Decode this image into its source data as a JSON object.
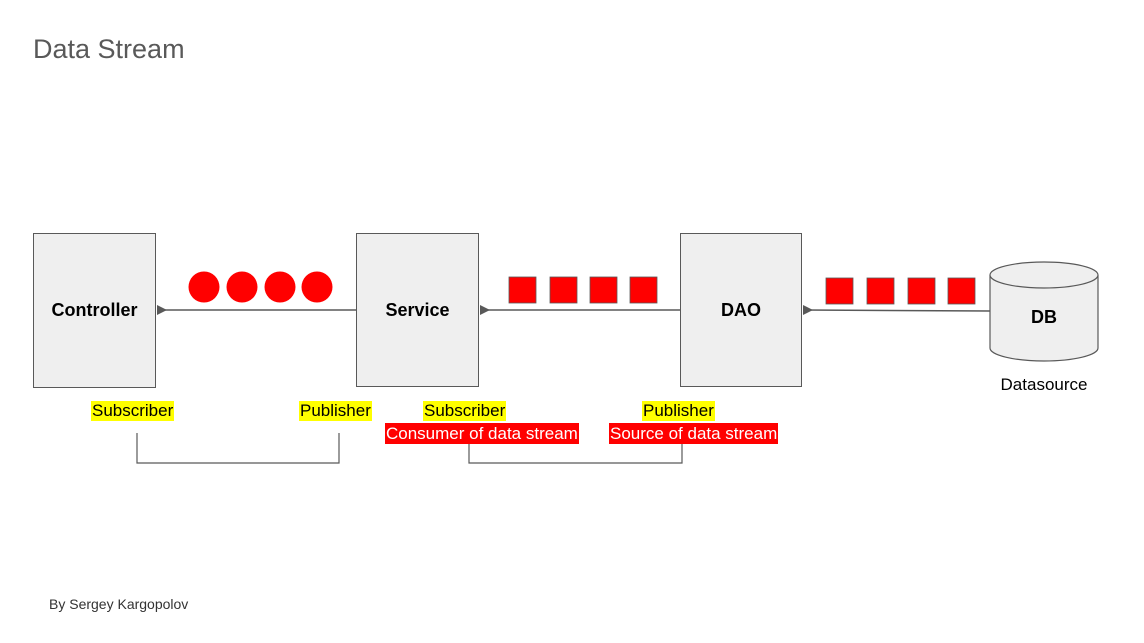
{
  "slide": {
    "title": "Data Stream",
    "author": "By Sergey Kargopolov"
  },
  "nodes": {
    "controller": "Controller",
    "service": "Service",
    "dao": "DAO",
    "db": "DB",
    "db_caption": "Datasource"
  },
  "roles": {
    "controller_role": "Subscriber",
    "service_publisher_role": "Publisher",
    "service_subscriber_role": "Subscriber",
    "dao_publisher_role": "Publisher",
    "service_consumer_note": "Consumer of data stream",
    "dao_source_note": "Source of data stream"
  },
  "colors": {
    "item_red": "#ff0000",
    "highlight_yellow": "#ffff00",
    "box_fill": "#efefef",
    "line_gray": "#595959"
  },
  "stream_items": {
    "service_to_controller": 4,
    "dao_to_service": 4,
    "db_to_dao": 4
  }
}
